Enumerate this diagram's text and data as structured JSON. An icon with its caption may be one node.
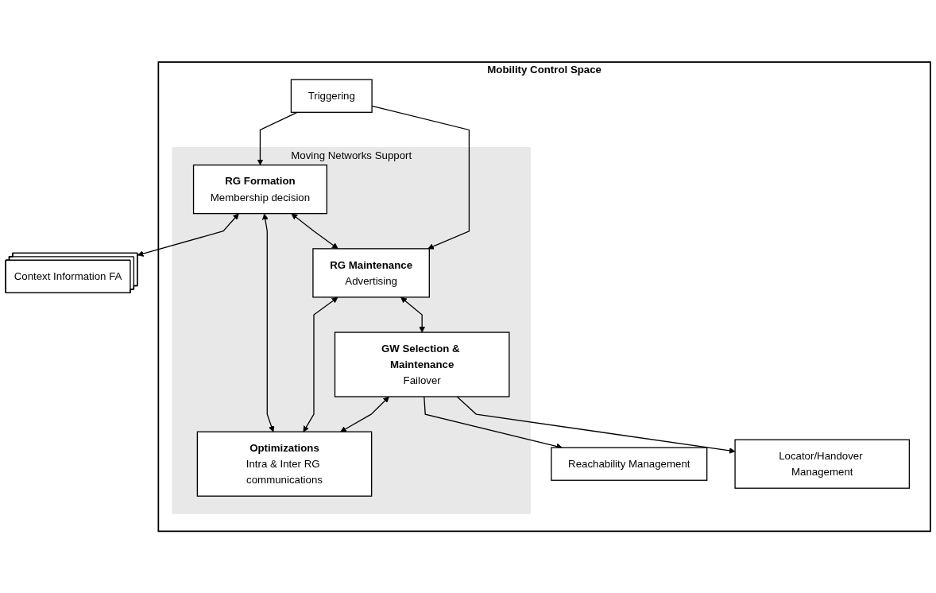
{
  "diagram": {
    "nodes": [
      {
        "text": [
          "Mobility Control Space"
        ]
      },
      {
        "text": [
          "Triggering"
        ],
        "in": 0
      },
      {
        "text": [
          "Moving Networks Support"
        ],
        "in": 0
      },
      {
        "text": [
          "RG Formation",
          "Membership decision"
        ],
        "in": 2
      },
      {
        "text": [
          "Context Information FA"
        ]
      },
      {
        "text": [
          "RG Maintenance",
          "Advertising"
        ],
        "in": 2
      },
      {
        "text": [
          "Optimizations",
          "Intra & Inter RG communications"
        ],
        "in": 2
      },
      {
        "text": [
          "Reachability Management"
        ],
        "in": 0
      },
      {
        "text": [
          "GW Selection & Maintenance",
          "Failover"
        ],
        "in": 2
      },
      {
        "text": [
          "Locator/Handover Management"
        ],
        "in": 0
      }
    ],
    "edges": [
      {
        "from": 1,
        "to": 3,
        "arrow": "to"
      },
      {
        "from": 1,
        "to": 5,
        "arrow": "to"
      },
      {
        "from": 3,
        "to": 4,
        "arrow": "both"
      },
      {
        "from": 3,
        "to": 6,
        "arrow": "both"
      },
      {
        "from": 3,
        "to": 5,
        "arrow": "both"
      },
      {
        "from": 5,
        "to": 6,
        "arrow": "both"
      },
      {
        "from": 5,
        "to": 8,
        "arrow": "both"
      },
      {
        "from": 8,
        "to": 6,
        "arrow": "both"
      },
      {
        "from": 8,
        "to": 7,
        "arrow": "to"
      },
      {
        "from": 8,
        "to": 9,
        "arrow": "to"
      }
    ]
  }
}
